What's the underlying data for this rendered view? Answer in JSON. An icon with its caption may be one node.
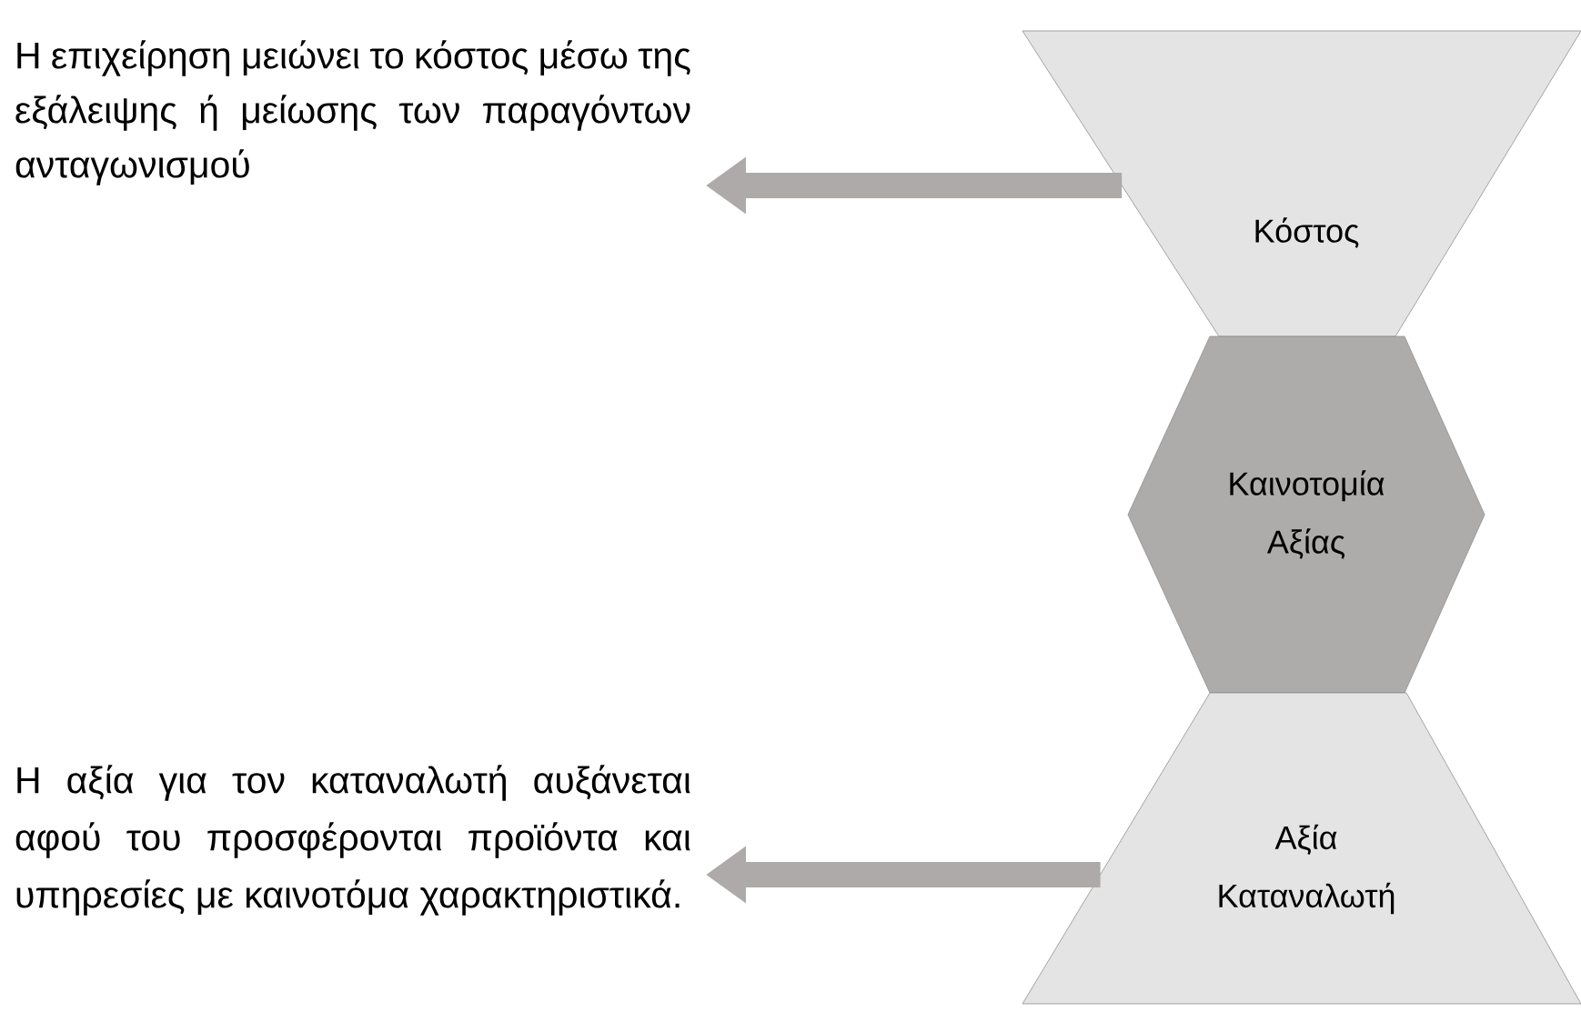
{
  "diagram": {
    "nodes": [
      {
        "text": [
          "Η επιχείρηση μειώνει το κόστος μέσω της εξάλειψης ή μείωσης των παραγόντων ανταγωνισμού"
        ]
      },
      {
        "text": [
          "Κόστος"
        ]
      },
      {
        "text": [
          "Καινοτομία Αξίας"
        ]
      },
      {
        "text": [
          "Η αξία για τον καταναλωτή αυξάνεται αφού του προσφέρονται προϊόντα και υπηρεσίες με καινοτόμα χαρακτηριστικά."
        ]
      },
      {
        "text": [
          "Αξία Καταναλωτή"
        ]
      }
    ],
    "edges": [
      {
        "from": 1,
        "to": 0,
        "arrow": "to"
      },
      {
        "from": 4,
        "to": 3,
        "arrow": "to"
      }
    ]
  }
}
